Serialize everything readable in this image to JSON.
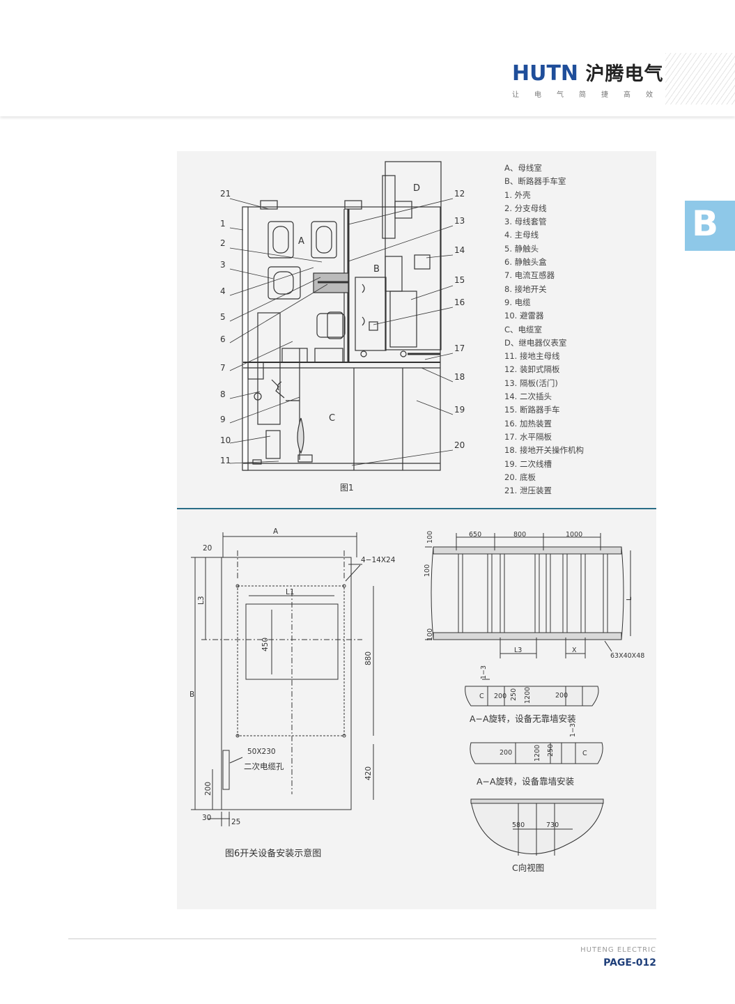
{
  "brand": {
    "logo_latin": "HUTN",
    "logo_cn": "沪腾电气",
    "slogan": "让电气简捷高效"
  },
  "section_tab": "B",
  "figure1": {
    "caption": "图1",
    "zone_labels": [
      "A",
      "B",
      "C",
      "D"
    ],
    "left_numbers": [
      "21",
      "1",
      "2",
      "3",
      "4",
      "5",
      "6",
      "7",
      "8",
      "9",
      "10",
      "11"
    ],
    "right_numbers": [
      "12",
      "13",
      "14",
      "15",
      "16",
      "17",
      "18",
      "19",
      "20"
    ]
  },
  "legend": [
    "A、母线室",
    "B、断路器手车室",
    "1.  外壳",
    "2.  分支母线",
    "3.  母线套管",
    "4.  主母线",
    "5.  静触头",
    "6.  静触头盒",
    "7.  电流互感器",
    "8.  接地开关",
    "9.  电缆",
    "10.  避雷器",
    "C、电缆室",
    "D、继电器仪表室",
    "11.  接地主母线",
    "12.  装卸式隔板",
    "13.  隔板(活门)",
    "14.  二次插头",
    "15.  断路器手车",
    "16.  加热装置",
    "17.  水平隔板",
    "18.  接地开关操作机构",
    "19.  二次线槽",
    "20.  底板",
    "21.  泄压装置"
  ],
  "figure6": {
    "caption": "图6开关设备安装示意图",
    "labels": {
      "A": "A",
      "B": "B",
      "L1": "L1",
      "L3": "L3",
      "d20": "20",
      "d450": "450",
      "d880": "880",
      "d420": "420",
      "d200": "200",
      "d30": "30",
      "d25": "25",
      "holes": "4−14X24",
      "cable_hole_size": "50X230",
      "cable_hole": "二次电缆孔"
    }
  },
  "plan": {
    "top_dims": [
      "650",
      "800",
      "1000"
    ],
    "side_dims": [
      "100",
      "100",
      "100"
    ],
    "L": "L",
    "L3": "L3",
    "X": "X",
    "steel": "63X40X48"
  },
  "sections": {
    "aa1_caption": "A−A旋转，设备无靠墙安装",
    "aa2_caption": "A−A旋转，设备靠墙安装",
    "c_caption": "C向视图",
    "mark13": "1−3",
    "C": "C",
    "d200": "200",
    "d250": "250",
    "d1200": "1200",
    "d580": "580",
    "d730": "730"
  },
  "footer": {
    "company_en": "HUTENG ELECTRIC",
    "page": "PAGE-012"
  }
}
